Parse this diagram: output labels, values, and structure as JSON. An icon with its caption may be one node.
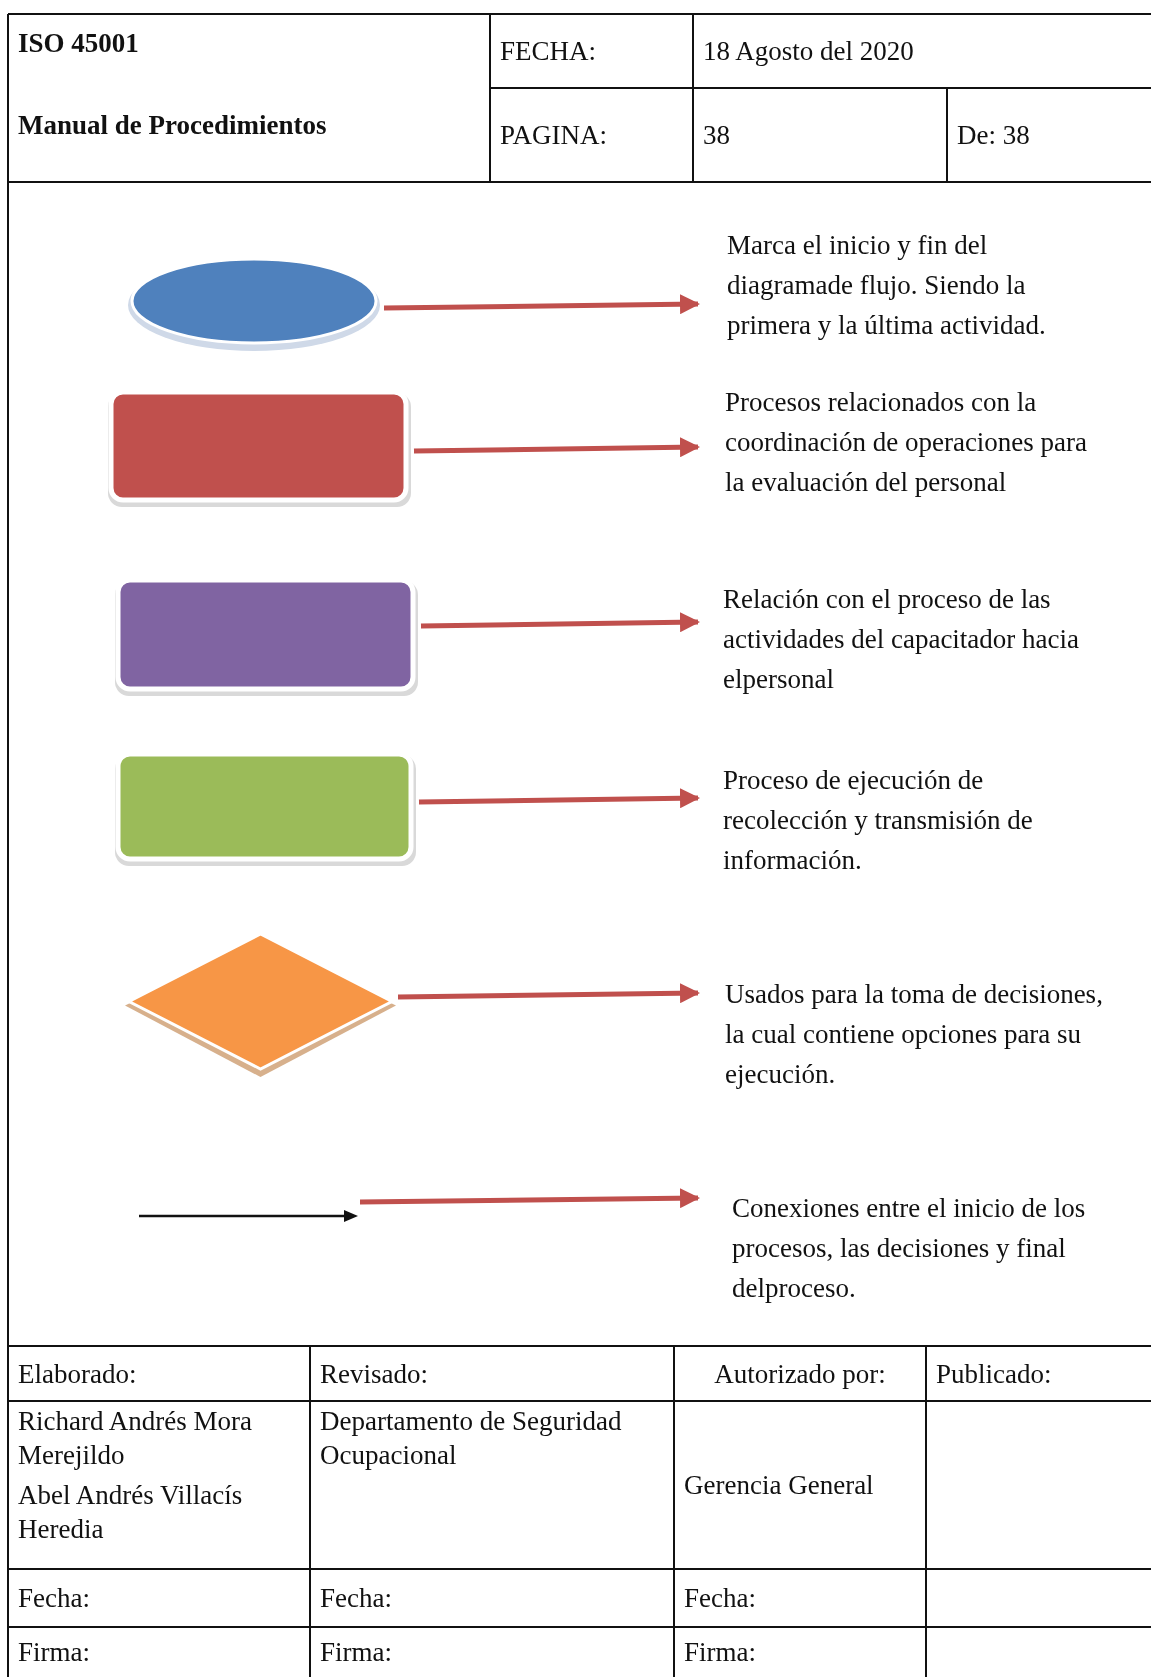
{
  "diagram": {
    "nodes": [
      {
        "text": [],
        "shape": "ellipse"
      },
      {
        "text": [
          "Marca el inicio y fin del diagramade flujo. Siendo la primera y la última actividad."
        ]
      },
      {
        "text": [],
        "shape": "box"
      },
      {
        "text": [
          "Procesos relacionados con la coordinación de operaciones para la evaluación del personal"
        ]
      },
      {
        "text": [],
        "shape": "box"
      },
      {
        "text": [
          "Relación con el proceso de las actividades del capacitador hacia elpersonal"
        ]
      },
      {
        "text": [],
        "shape": "box"
      },
      {
        "text": [
          "Proceso de ejecución de recolección y transmisión de información."
        ]
      },
      {
        "text": [],
        "shape": "diamond"
      },
      {
        "text": [
          "Usados para la toma de decisiones, la cual contiene opciones para su ejecución."
        ]
      },
      {
        "text": [],
        "shape": "arrow"
      },
      {
        "text": [
          "Conexiones entre el inicio de los procesos, las decisiones y final delproceso."
        ]
      }
    ],
    "edges": [
      {
        "from": 0,
        "to": 1,
        "arrow": "to"
      },
      {
        "from": 2,
        "to": 3,
        "arrow": "to"
      },
      {
        "from": 4,
        "to": 5,
        "arrow": "to"
      },
      {
        "from": 6,
        "to": 7,
        "arrow": "to"
      },
      {
        "from": 8,
        "to": 9,
        "arrow": "to"
      },
      {
        "from": 10,
        "to": 11,
        "arrow": "to"
      }
    ],
    "labels": [
      "ISO 45001",
      "Manual de Procedimientos",
      "FECHA:",
      "18 Agosto del 2020",
      "PAGINA:",
      "38",
      "De: 38",
      "Elaborado:",
      "Revisado:",
      "Autorizado por:",
      "Publicado:",
      "Richard Andrés Mora Merejildo",
      "Abel Andrés Villacís Heredia",
      "Departamento de Seguridad Ocupacional",
      "Gerencia General",
      "Fecha:",
      "Fecha:",
      "Fecha:",
      "Firma:",
      "Firma:",
      "Firma:"
    ]
  }
}
